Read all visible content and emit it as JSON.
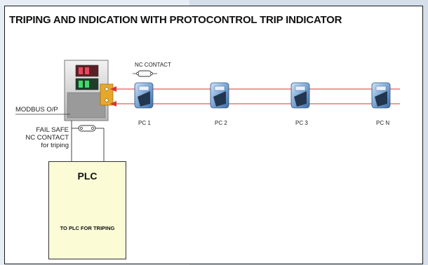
{
  "title": "TRIPING AND INDICATION WITH PROTOCONTROL TRIP INDICATOR",
  "nc_contact_label": "NC CONTACT",
  "modbus_label": "MODBUS O/P",
  "fail_safe": {
    "line1": "FAIL SAFE",
    "line2": "NC CONTACT",
    "line3": "for triping"
  },
  "plc": {
    "title": "PLC",
    "subtitle": "TO PLC FOR TRIPING"
  },
  "devices": [
    "PC 1",
    "PC 2",
    "PC 3",
    "PC N"
  ],
  "colors": {
    "loop_wire": "#e03030",
    "plc_fill": "#fbfbd6"
  }
}
